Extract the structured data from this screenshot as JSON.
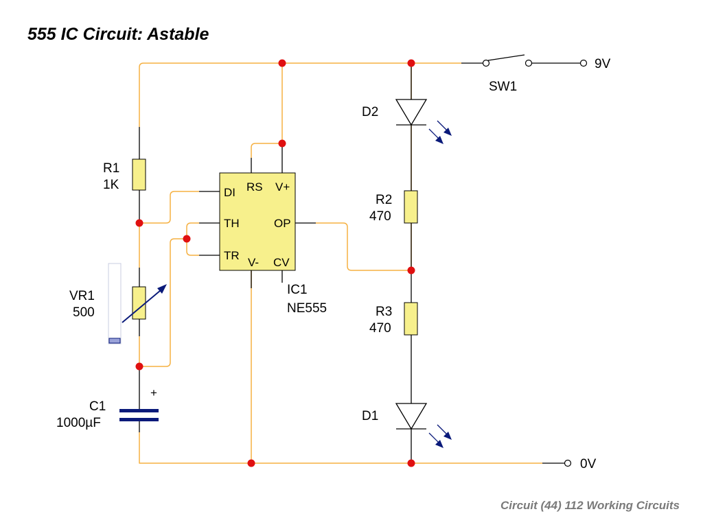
{
  "title": "555 IC Circuit:  Astable",
  "footer": "Circuit (44) 112 Working Circuits",
  "colors": {
    "wire": "#f5b041",
    "node": "#e01010",
    "component": "#f7f08c",
    "symbol": "#0a1a7a",
    "lead": "#000000"
  },
  "components": {
    "r1": {
      "ref": "R1",
      "value": "1K"
    },
    "vr1": {
      "ref": "VR1",
      "value": "500"
    },
    "c1": {
      "ref": "C1",
      "value": "1000µF",
      "polarity": "+"
    },
    "ic1": {
      "ref": "IC1",
      "part": "NE555",
      "pins": {
        "di": "DI",
        "th": "TH",
        "tr": "TR",
        "rs": "RS",
        "vplus": "V+",
        "op": "OP",
        "vminus": "V-",
        "cv": "CV"
      }
    },
    "r2": {
      "ref": "R2",
      "value": "470"
    },
    "r3": {
      "ref": "R3",
      "value": "470"
    },
    "d1": {
      "ref": "D1"
    },
    "d2": {
      "ref": "D2"
    },
    "sw1": {
      "ref": "SW1"
    }
  },
  "terminals": {
    "positive": "9V",
    "ground": "0V"
  }
}
